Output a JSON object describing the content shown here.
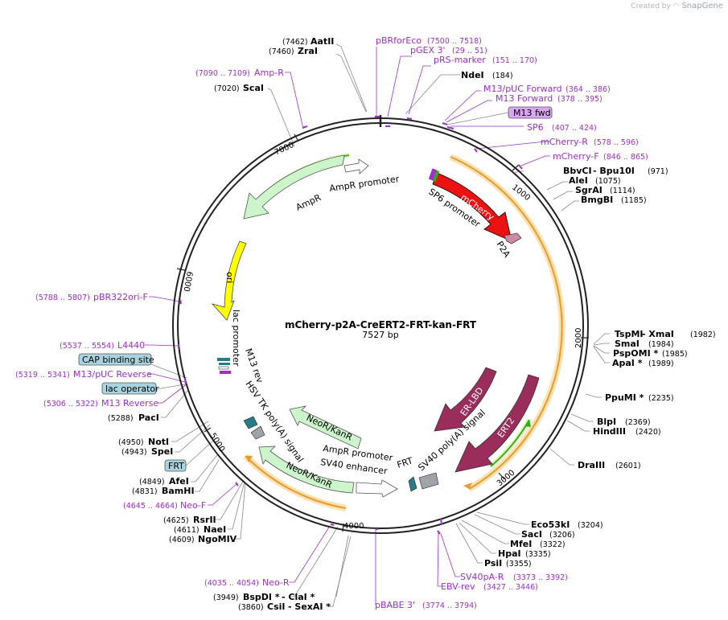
{
  "credit": {
    "prefix": "Created by",
    "brand": "SnapGene"
  },
  "plasmid": {
    "name": "mCherry-p2A-CreERT2-FRT-kan-FRT",
    "length_label": "7527 bp",
    "length": 7527
  },
  "ticks": [
    1000,
    2000,
    3000,
    4000,
    5000,
    6000,
    7000
  ],
  "sites_right": [
    {
      "name": "NdeI",
      "pos": "(184)"
    },
    {
      "name": "BbvCI",
      "extra": " - Bpu10I",
      "pos": "(971)"
    },
    {
      "name": "AleI",
      "pos": "(1075)"
    },
    {
      "name": "SgrAI",
      "pos": "(1114)"
    },
    {
      "name": "BmgBI",
      "pos": "(1185)"
    },
    {
      "name": "TspMI",
      "extra": " - XmaI",
      "pos": "(1982)"
    },
    {
      "name": "SmaI",
      "pos": "(1984)"
    },
    {
      "name": "PspOMI *",
      "pos": "(1985)"
    },
    {
      "name": "ApaI *",
      "pos": "(1989)"
    },
    {
      "name": "PpuMI *",
      "pos": "(2235)"
    },
    {
      "name": "BlpI",
      "pos": "(2369)"
    },
    {
      "name": "HindIII",
      "pos": "(2420)"
    },
    {
      "name": "DraIII",
      "pos": "(2601)"
    },
    {
      "name": "Eco53kI",
      "pos": "(3204)"
    },
    {
      "name": "SacI",
      "pos": "(3206)"
    },
    {
      "name": "MfeI",
      "pos": "(3322)"
    },
    {
      "name": "HpaI",
      "pos": "(3335)"
    },
    {
      "name": "PsiI",
      "pos": "(3355)"
    }
  ],
  "sites_left": [
    {
      "name": "AatII",
      "pos": "(7462)"
    },
    {
      "name": "ZraI",
      "pos": "(7460)"
    },
    {
      "name": "ScaI",
      "pos": "(7020)"
    },
    {
      "name": "PacI",
      "pos": "(5288)"
    },
    {
      "name": "NotI",
      "pos": "(4950)"
    },
    {
      "name": "SpeI",
      "pos": "(4943)"
    },
    {
      "name": "AfeI",
      "pos": "(4849)"
    },
    {
      "name": "BamHI",
      "pos": "(4831)"
    },
    {
      "name": "RsrII",
      "pos": "(4625)"
    },
    {
      "name": "NaeI",
      "pos": "(4611)"
    },
    {
      "name": "NgoMIV",
      "pos": "(4609)"
    },
    {
      "name": "BspDI *",
      "extra": " - ClaI *",
      "pos": "(3949)"
    },
    {
      "name": "CsiI",
      "extra": " - SexAI *",
      "pos": "(3860)"
    }
  ],
  "primers": [
    {
      "name": "pBRforEco",
      "pos": "(7500 .. 7518)"
    },
    {
      "name": "pGEX 3'",
      "pos": "(29 .. 51)"
    },
    {
      "name": "pRS-marker",
      "pos": "(151 .. 170)"
    },
    {
      "name": "M13/pUC Forward",
      "pos": "(364 .. 386)"
    },
    {
      "name": "M13 Forward",
      "pos": "(378 .. 395)"
    },
    {
      "name": "SP6",
      "pos": "(407 .. 424)"
    },
    {
      "name": "mCherry-R",
      "pos": "(578 .. 596)"
    },
    {
      "name": "mCherry-F",
      "pos": "(846 .. 865)"
    },
    {
      "name": "Amp-R",
      "pos": "(7090 .. 7109)"
    },
    {
      "name": "pBR322ori-F",
      "pos": "(5788 .. 5807)"
    },
    {
      "name": "L4440",
      "pos": "(5537 .. 5554)"
    },
    {
      "name": "M13/pUC Reverse",
      "pos": "(5319 .. 5341)"
    },
    {
      "name": "M13 Reverse",
      "pos": "(5306 .. 5322)"
    },
    {
      "name": "Neo-F",
      "pos": "(4645 .. 4664)"
    },
    {
      "name": "Neo-R",
      "pos": "(4035 .. 4054)"
    },
    {
      "name": "SV40pA-R",
      "pos": "(3373 .. 3392)"
    },
    {
      "name": "EBV-rev",
      "pos": "(3427 .. 3446)"
    },
    {
      "name": "pBABE 3'",
      "pos": "(3774 .. 3794)"
    }
  ],
  "boxed_features": {
    "m13fwd": "M13 fwd",
    "cap": "CAP binding site",
    "lacop": "lac operator",
    "frt": "FRT"
  },
  "features": {
    "mcherry": "mCherry",
    "sp6_promoter": "SP6 promoter",
    "p2a": "P2A",
    "ampr": "AmpR",
    "ampr_promoter": "AmpR promoter",
    "ori": "ori",
    "lac_promoter": "lac promoter",
    "m13_rev": "M13 rev",
    "hsv_tk": "HSV TK poly(A) signal",
    "neokanr_1": "NeoR/KanR",
    "neokanr_2": "NeoR/KanR",
    "ampr_promoter_2": "AmpR promoter",
    "sv40_enhancer": "SV40 enhancer",
    "frt": "FRT",
    "sv40_polya": "SV40 poly(A) signal",
    "er_lbd": "ER-LBD",
    "ert2": "ERT2"
  },
  "colors": {
    "mcherry": "#ee1111",
    "ori": "#ffff00",
    "ert": "#9b2d5c",
    "light_green": "#ccf5cc",
    "primer": "#9b30c8",
    "orange": "#e89a2c",
    "green_line": "#33aa11",
    "box_blue": "#a9d3df",
    "box_purple": "#d9a6f2"
  }
}
